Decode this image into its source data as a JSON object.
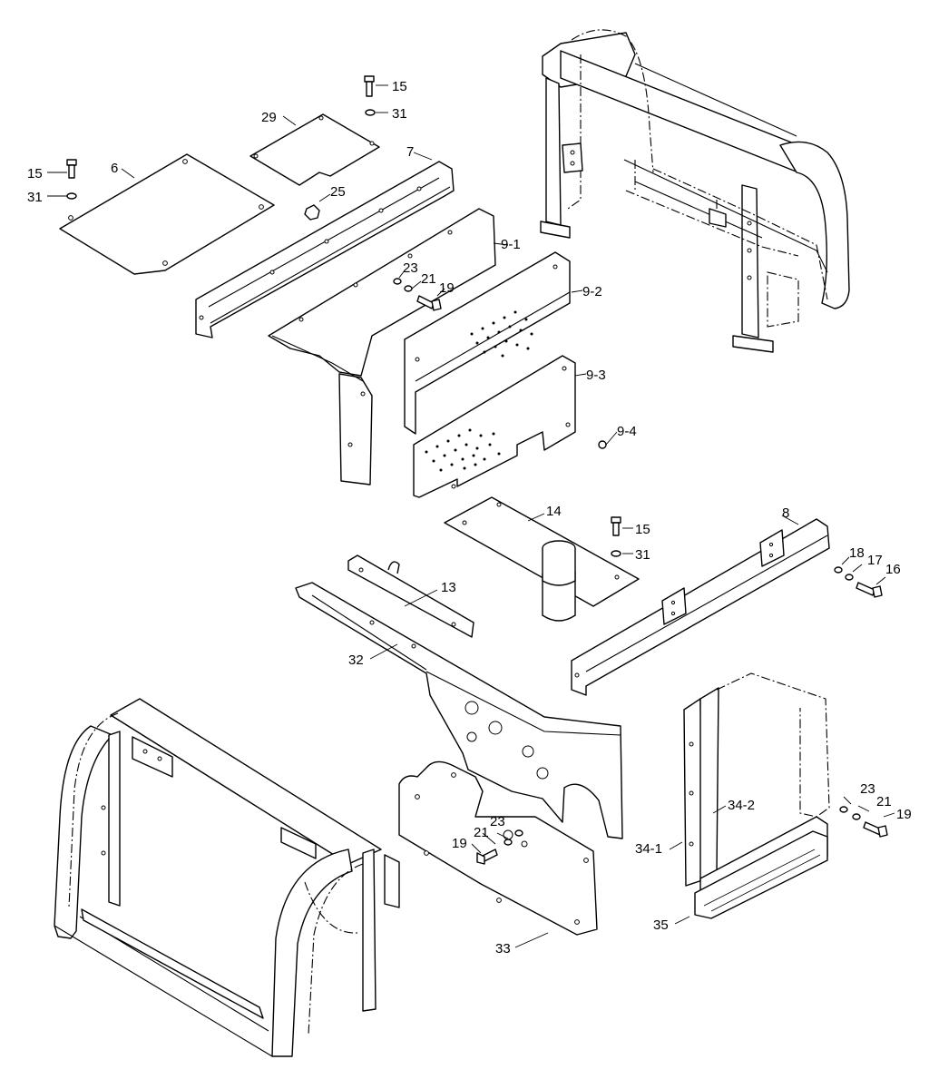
{
  "callouts": [
    {
      "id": "c-15a",
      "text": "15"
    },
    {
      "id": "c-31a",
      "text": "31"
    },
    {
      "id": "c-6",
      "text": "6"
    },
    {
      "id": "c-29",
      "text": "29"
    },
    {
      "id": "c-15b",
      "text": "15"
    },
    {
      "id": "c-31b",
      "text": "31"
    },
    {
      "id": "c-7",
      "text": "7"
    },
    {
      "id": "c-25",
      "text": "25"
    },
    {
      "id": "c-9-1",
      "text": "9-1"
    },
    {
      "id": "c-23a",
      "text": "23"
    },
    {
      "id": "c-21a",
      "text": "21"
    },
    {
      "id": "c-19a",
      "text": "19"
    },
    {
      "id": "c-9-2",
      "text": "9-2"
    },
    {
      "id": "c-9-3",
      "text": "9-3"
    },
    {
      "id": "c-9-4",
      "text": "9-4"
    },
    {
      "id": "c-14",
      "text": "14"
    },
    {
      "id": "c-15c",
      "text": "15"
    },
    {
      "id": "c-31c",
      "text": "31"
    },
    {
      "id": "c-8",
      "text": "8"
    },
    {
      "id": "c-18",
      "text": "18"
    },
    {
      "id": "c-17",
      "text": "17"
    },
    {
      "id": "c-16",
      "text": "16"
    },
    {
      "id": "c-13",
      "text": "13"
    },
    {
      "id": "c-32",
      "text": "32"
    },
    {
      "id": "c-23b",
      "text": "23"
    },
    {
      "id": "c-21b",
      "text": "21"
    },
    {
      "id": "c-19b",
      "text": "19"
    },
    {
      "id": "c-33",
      "text": "33"
    },
    {
      "id": "c-23c",
      "text": "23"
    },
    {
      "id": "c-21c",
      "text": "21"
    },
    {
      "id": "c-19c",
      "text": "19"
    },
    {
      "id": "c-34-2",
      "text": "34-2"
    },
    {
      "id": "c-34-1",
      "text": "34-1"
    },
    {
      "id": "c-35",
      "text": "35"
    }
  ]
}
